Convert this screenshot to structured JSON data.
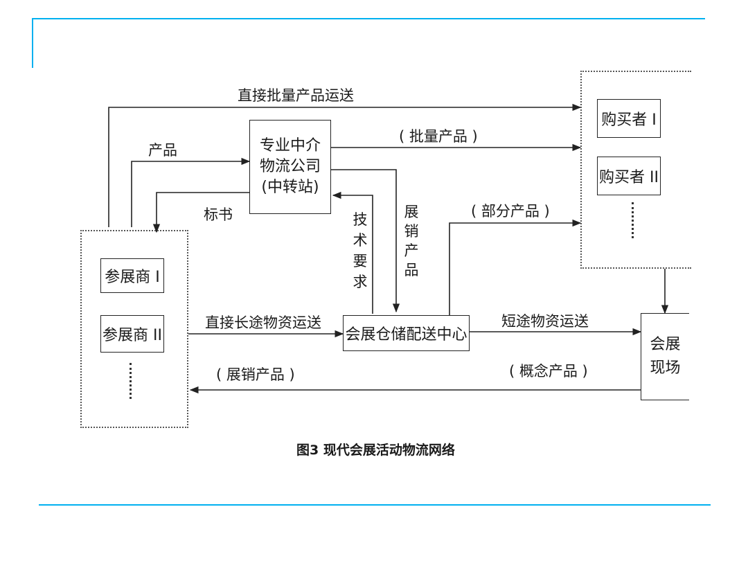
{
  "colors": {
    "accent_rule": "#00b0f0",
    "line": "#222222"
  },
  "boxes": {
    "intermediary": [
      "专业中介",
      "物流公司",
      "(中转站)"
    ],
    "buyer1": "购买者 I",
    "buyer2": "购买者 II",
    "exhibitor1": "参展商 I",
    "exhibitor2": "参展商 II",
    "warehouse": "会展仓储配送中心",
    "venue": [
      "会展",
      "现场"
    ]
  },
  "labels": {
    "direct_bulk": "直接批量产品运送",
    "product": "产品",
    "bulk_product": "( 批量产品 )",
    "tender": "标书",
    "partial_product": "( 部分产品 )",
    "tech_requirements": "技术要求",
    "exhibit_products": "展销产品",
    "direct_long_haul": "直接长途物资运送",
    "short_haul": "短途物资运送",
    "exhibit_products_return": "( 展销产品 )",
    "concept_product": "( 概念产品 )"
  },
  "caption": "图3 现代会展活动物流网络"
}
